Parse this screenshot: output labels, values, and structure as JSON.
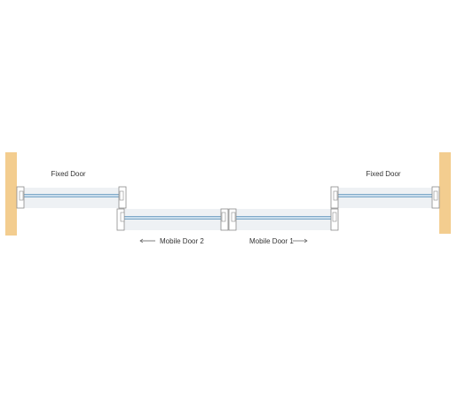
{
  "labels": {
    "fixed_left": "Fixed Door",
    "fixed_right": "Fixed Door",
    "mobile_2": "Mobile Door 2",
    "mobile_1": "Mobile Door 1"
  },
  "arrows": {
    "mobile_2": "left",
    "mobile_1": "right"
  },
  "colors": {
    "wall": "#F3CD8F",
    "glass": "#7FA9C9",
    "glass_core": "#C7DCEB",
    "door_band": "#EEF1F4",
    "frame_fill": "#FFFFFF",
    "frame_stroke": "#8C8C8C",
    "text": "#333333"
  }
}
